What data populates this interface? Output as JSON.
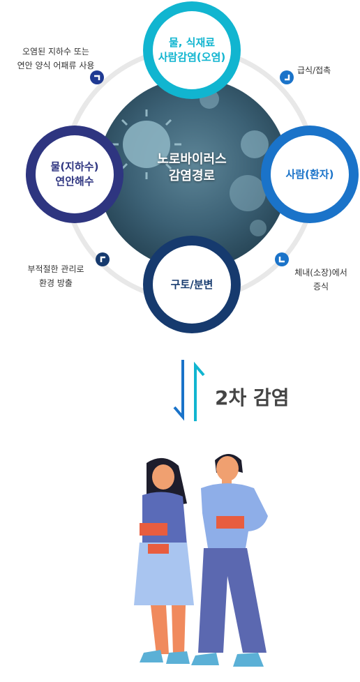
{
  "center": {
    "line1": "노로바이러스",
    "line2": "감염경로"
  },
  "nodes": {
    "top": {
      "line1": "물, 식재료",
      "line2": "사람감염(오염)"
    },
    "right": {
      "line1": "사람(환자)"
    },
    "bottom": {
      "line1": "구토/분변"
    },
    "left": {
      "line1": "물(지하수)",
      "line2": "연안해수"
    }
  },
  "notes": {
    "top_left": {
      "line1": "오염된 지하수 또는",
      "line2": "연안 양식 어패류 사용"
    },
    "top_right": {
      "line1": "급식/접촉"
    },
    "bottom_right": {
      "line1": "체내(소장)에서",
      "line2": "증식"
    },
    "bottom_left": {
      "line1": "부적절한 관리로",
      "line2": "환경 방출"
    }
  },
  "secondary": {
    "label": "2차 감염"
  },
  "colors": {
    "top": "#11b5d0",
    "right": "#1a73c9",
    "bottom": "#163a6e",
    "left": "#2e3580",
    "dot": "#1f3a93",
    "ring": "#e6e6e6"
  }
}
